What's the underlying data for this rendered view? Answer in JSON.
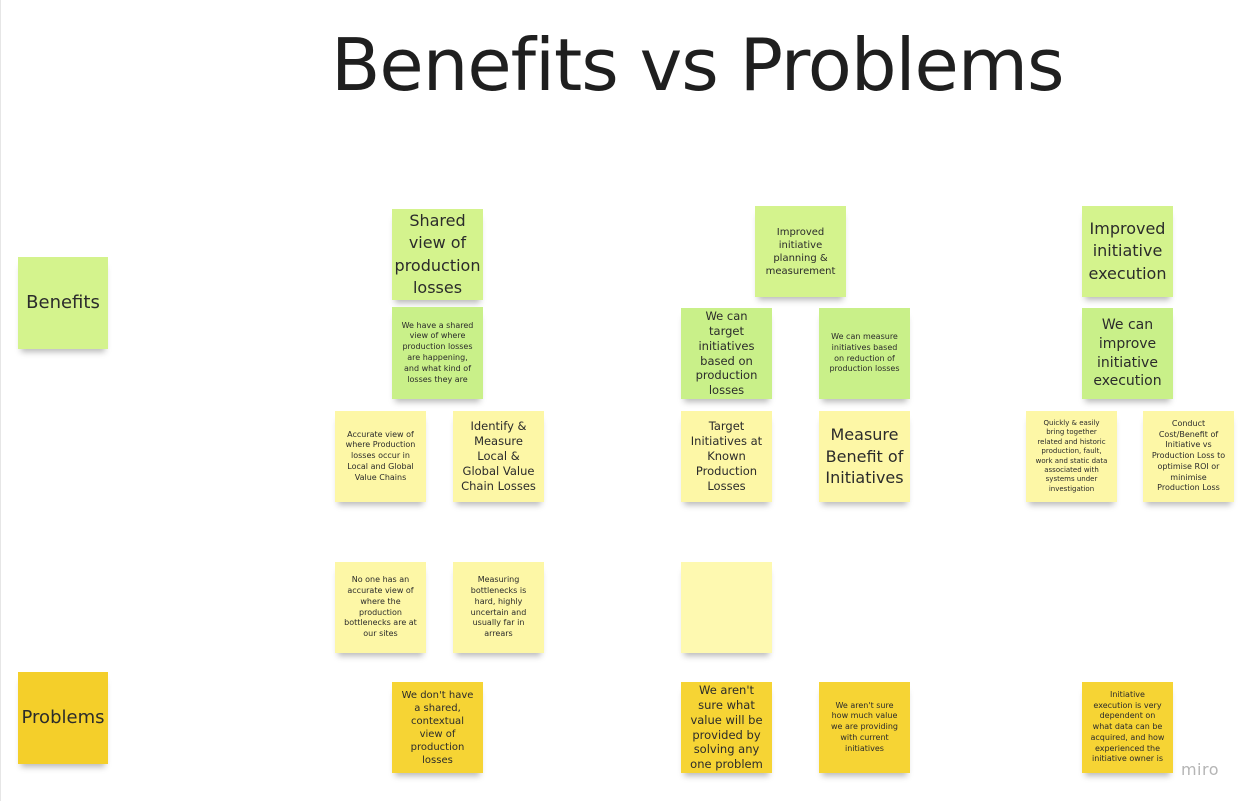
{
  "board": {
    "title": "Benefits vs Problems",
    "logo_text": "miro"
  },
  "row_labels": {
    "benefits": "Benefits",
    "problems": "Problems"
  },
  "columns": [
    {
      "benefit_title": "Shared view of production losses",
      "benefit_statement": "We have a shared view of where production losses are happening, and what kind of losses they are",
      "features": [
        "Accurate view of where Production losses occur in Local and Global Value Chains",
        "Identify & Measure Local & Global Value Chain Losses"
      ],
      "pains": [
        "No one has an accurate view of where the production bottlenecks are at our sites",
        "Measuring bottlenecks is hard, highly uncertain and usually far in arrears"
      ],
      "problems": [
        "We don't have a shared, contextual view of production losses"
      ]
    },
    {
      "benefit_title": "Improved initiative planning & measurement",
      "benefit_statements": [
        "We can target initiatives based on production losses",
        "We can measure initiatives based on reduction of production losses"
      ],
      "features": [
        "Target Initiatives at Known Production Losses",
        "Measure Benefit of Initiatives"
      ],
      "pains": [
        ""
      ],
      "problems": [
        "We aren't sure what value will be provided by solving any one problem",
        "We aren't sure how much value we are providing with current initiatives"
      ]
    },
    {
      "benefit_title": "Improved initiative execution",
      "benefit_statement": "We can improve initiative execution",
      "features": [
        "Quickly & easily bring together related and historic production, fault, work and static data associated with systems under investigation",
        "Conduct Cost/Benefit of Initiative vs Production Loss to optimise ROI or minimise Production Loss"
      ],
      "problems": [
        "Initiative execution is very dependent on what data can be acquired, and how experienced the initiative owner is"
      ]
    }
  ],
  "colors": {
    "benefit_green": "#d4f38d",
    "feature_yellow": "#fdf7a6",
    "problem_yellow": "#f4cf2a"
  }
}
